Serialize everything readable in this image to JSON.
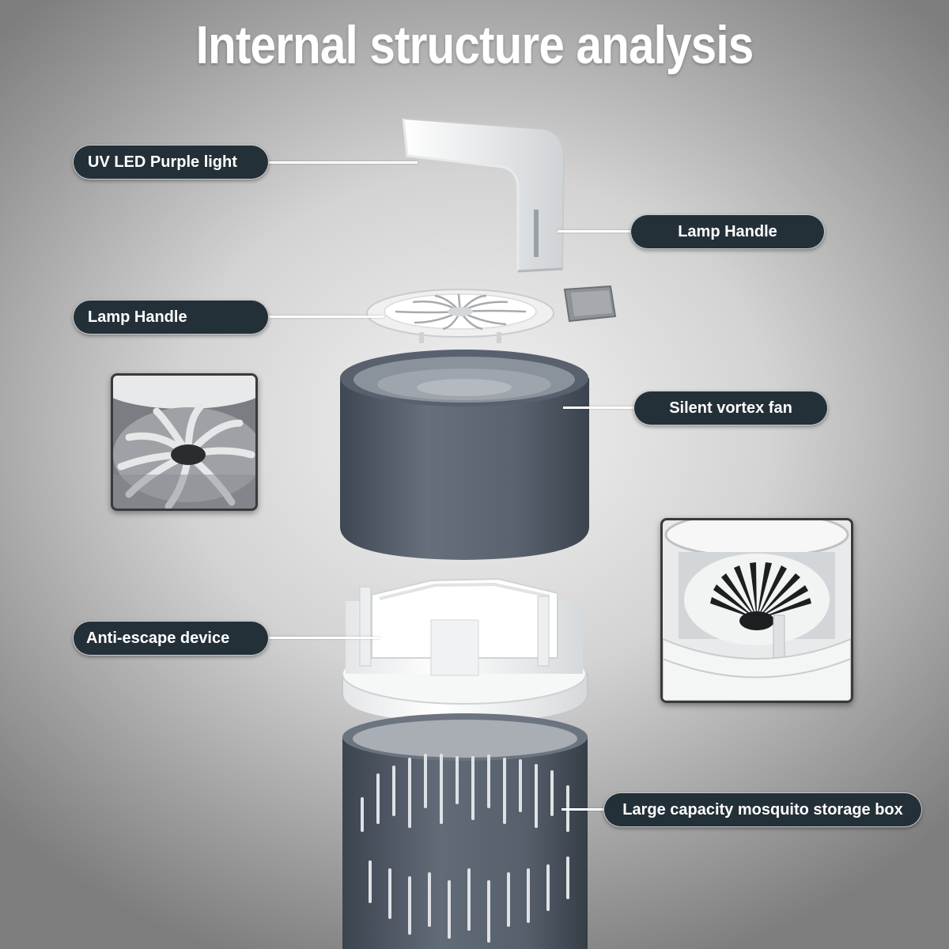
{
  "title": "Internal structure analysis",
  "labels": {
    "uv_led": "UV LED Purple light",
    "lamp_handle_right": "Lamp Handle",
    "lamp_handle_left": "Lamp Handle",
    "silent_fan": "Silent vortex fan",
    "anti_escape": "Anti-escape device",
    "storage_box": "Large capacity mosquito storage box"
  },
  "colors": {
    "label_background": "#243038",
    "label_text": "#ffffff",
    "body_gray": "#5b6471",
    "part_white": "#f3f3f3"
  }
}
